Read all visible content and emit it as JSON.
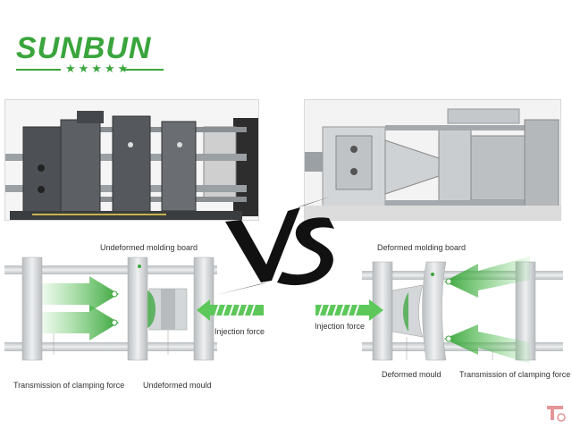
{
  "brand": {
    "name": "SUNBUN",
    "stars": "★★★★★",
    "color": "#3aa53c"
  },
  "vs_text": "VS",
  "left_diagram": {
    "top_label": "Undeformed molding board",
    "right_label": "Injection force",
    "bottom_left_label": "Transmission of clamping force",
    "bottom_right_label": "Undeformed mould"
  },
  "right_diagram": {
    "top_label": "Deformed molding board",
    "left_label": "Injection force",
    "bottom_left_label": "Deformed mould",
    "bottom_right_label": "Transmission of clamping force"
  },
  "colors": {
    "accent_green": "#3aa53c",
    "arrow_green": "#5cc85a",
    "steel": "#c9cdd0"
  }
}
